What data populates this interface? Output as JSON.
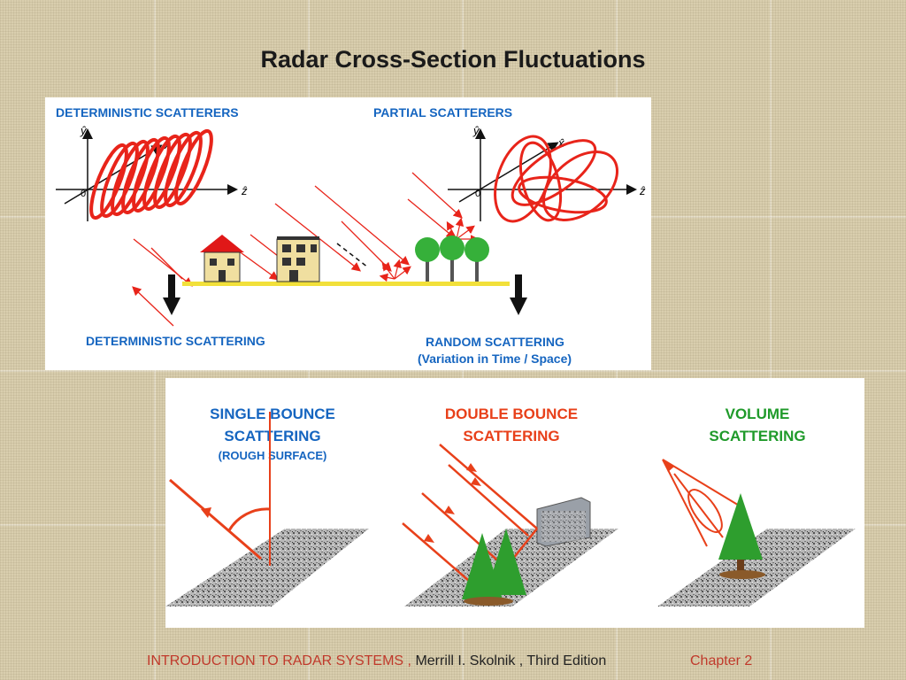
{
  "title": "Radar Cross-Section Fluctuations",
  "top_panel": {
    "deterministic_scatterers": "DETERMINISTIC SCATTERERS",
    "partial_scatterers": "PARTIAL SCATTERERS",
    "deterministic_scattering": "DETERMINISTIC SCATTERING",
    "random_scattering": "RANDOM SCATTERING",
    "random_scattering_sub": "(Variation in Time / Space)",
    "axis_y": "ŷ",
    "axis_x": "x̂",
    "axis_z": "ẑ",
    "axis_origin": "0"
  },
  "bottom_panel": {
    "single_line1": "SINGLE BOUNCE",
    "single_line2": "SCATTERING",
    "single_line3": "(ROUGH SURFACE)",
    "double_line1": "DOUBLE BOUNCE",
    "double_line2": "SCATTERING",
    "volume_line1": "VOLUME",
    "volume_line2": "SCATTERING"
  },
  "footer": {
    "book": "INTRODUCTION  TO  RADAR  SYSTEMS , ",
    "author": "Merrill I. Skolnik , Third Edition",
    "chapter": "Chapter 2"
  },
  "colors": {
    "label_blue": "#1565c0",
    "red": "#e8241a",
    "orange_red": "#e8401a",
    "green": "#1f9a2a"
  }
}
